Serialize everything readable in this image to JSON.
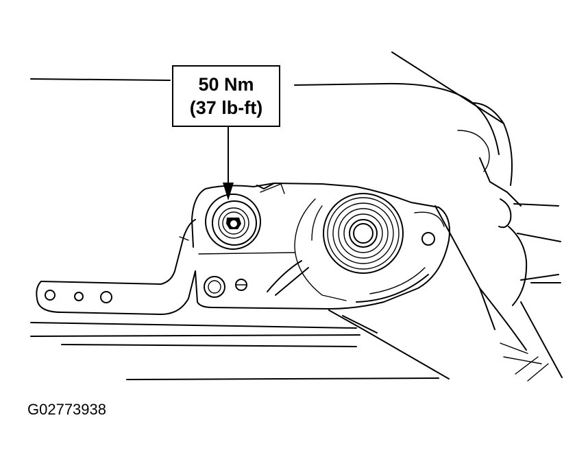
{
  "callout": {
    "torque_nm": "50 Nm",
    "torque_lbft": "(37 lb-ft)"
  },
  "figure_id": "G02773938"
}
